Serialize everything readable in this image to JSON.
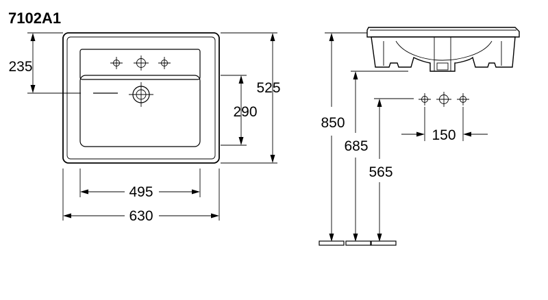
{
  "title": "7102A1",
  "dimensions": {
    "d235": "235",
    "d525": "525",
    "d290": "290",
    "d495": "495",
    "d630": "630",
    "d850": "850",
    "d685": "685",
    "d565": "565",
    "d150": "150"
  },
  "icons": {
    "tap_hole": "tap-hole-crosshair-icon",
    "drain": "drain-icon"
  }
}
